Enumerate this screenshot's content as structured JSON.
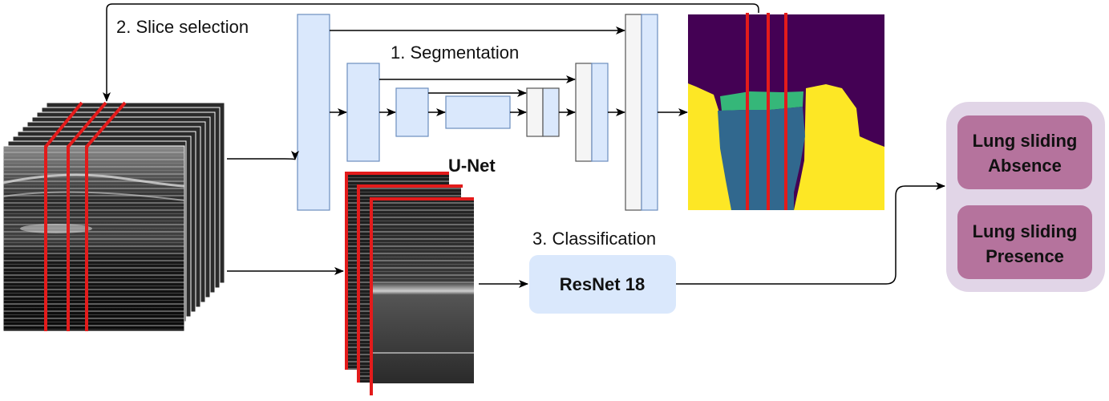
{
  "labels": {
    "step1": "1. Segmentation",
    "step2": "2. Slice selection",
    "step3": "3. Classification",
    "unet": "U-Net",
    "resnet": "ResNet 18"
  },
  "outputs": [
    {
      "line1": "Lung sliding",
      "line2": "Absence"
    },
    {
      "line1": "Lung sliding",
      "line2": "Presence"
    }
  ],
  "colors": {
    "unet_block": "#dae8fc",
    "unet_border": "#6c8ebf",
    "decoder_half": "#f5f5f5",
    "resnet_fill": "#dae8fc",
    "output_outer": "#e1d5e7",
    "output_inner": "#b5739d",
    "slice_line": "#e31b1b",
    "seg_background": "#440154",
    "seg_green": "#35b779",
    "seg_blue": "#31688e",
    "seg_yellow": "#fde725"
  }
}
